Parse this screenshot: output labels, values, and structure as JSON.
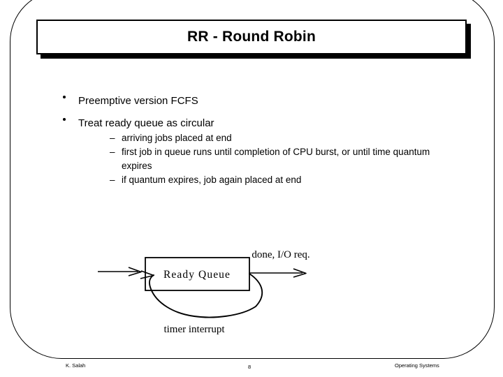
{
  "slide": {
    "title": "RR - Round Robin",
    "bullets": [
      {
        "text": "Preemptive version FCFS",
        "marker": "bullet-dot",
        "children": []
      },
      {
        "text": "Treat ready queue as circular",
        "marker": "bullet-dot",
        "children": [
          {
            "text": "arriving jobs placed at end",
            "marker": "en-dash"
          },
          {
            "text": "first job in queue runs until completion   of CPU burst, or until time quantum expires",
            "marker": "en-dash"
          },
          {
            "text": "if quantum expires, job again placed at end",
            "marker": "en-dash"
          }
        ]
      }
    ],
    "dash_marker": "–"
  },
  "diagram": {
    "name": "round-robin-ready-queue-diagram",
    "box_label": "Ready  Queue",
    "exit_label": "done, I/O req.",
    "loop_label": "timer interrupt"
  },
  "footer": {
    "author": "K. Salah",
    "page_number": "8",
    "course": "Operating Systems"
  },
  "colors": {
    "ink": "#000000",
    "background": "#ffffff"
  }
}
